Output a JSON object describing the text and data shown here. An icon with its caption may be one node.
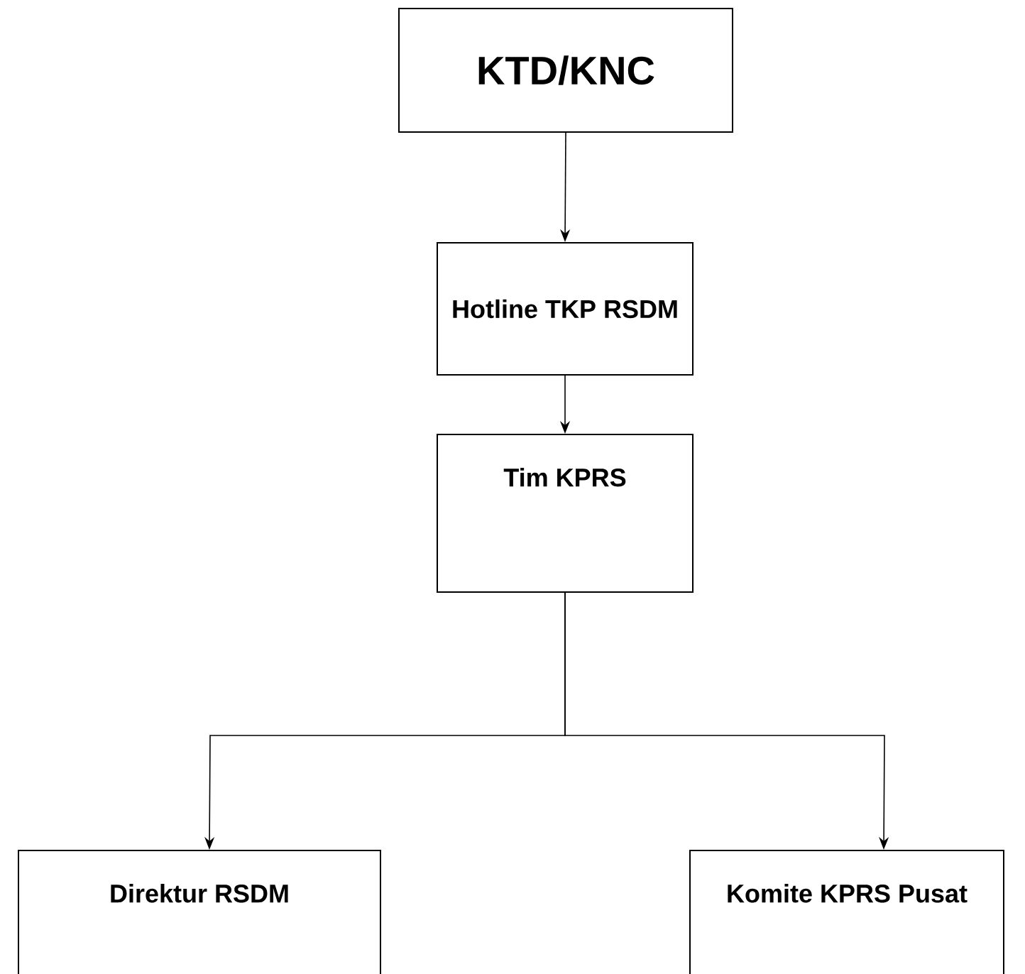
{
  "diagram": {
    "nodes": [
      {
        "text": [
          "KTD/KNC"
        ]
      },
      {
        "text": [
          "Hotline TKP RSDM"
        ]
      },
      {
        "text": [
          "Tim KPRS"
        ]
      },
      {
        "text": [
          "Direktur RSDM"
        ]
      },
      {
        "text": [
          "Komite KPRS Pusat"
        ]
      }
    ],
    "edges": [
      {
        "from": 0,
        "to": 1,
        "arrow": "to"
      },
      {
        "from": 1,
        "to": 2,
        "arrow": "to"
      },
      {
        "from": 2,
        "to": 3,
        "arrow": "to"
      },
      {
        "from": 2,
        "to": 4,
        "arrow": "to"
      }
    ]
  }
}
